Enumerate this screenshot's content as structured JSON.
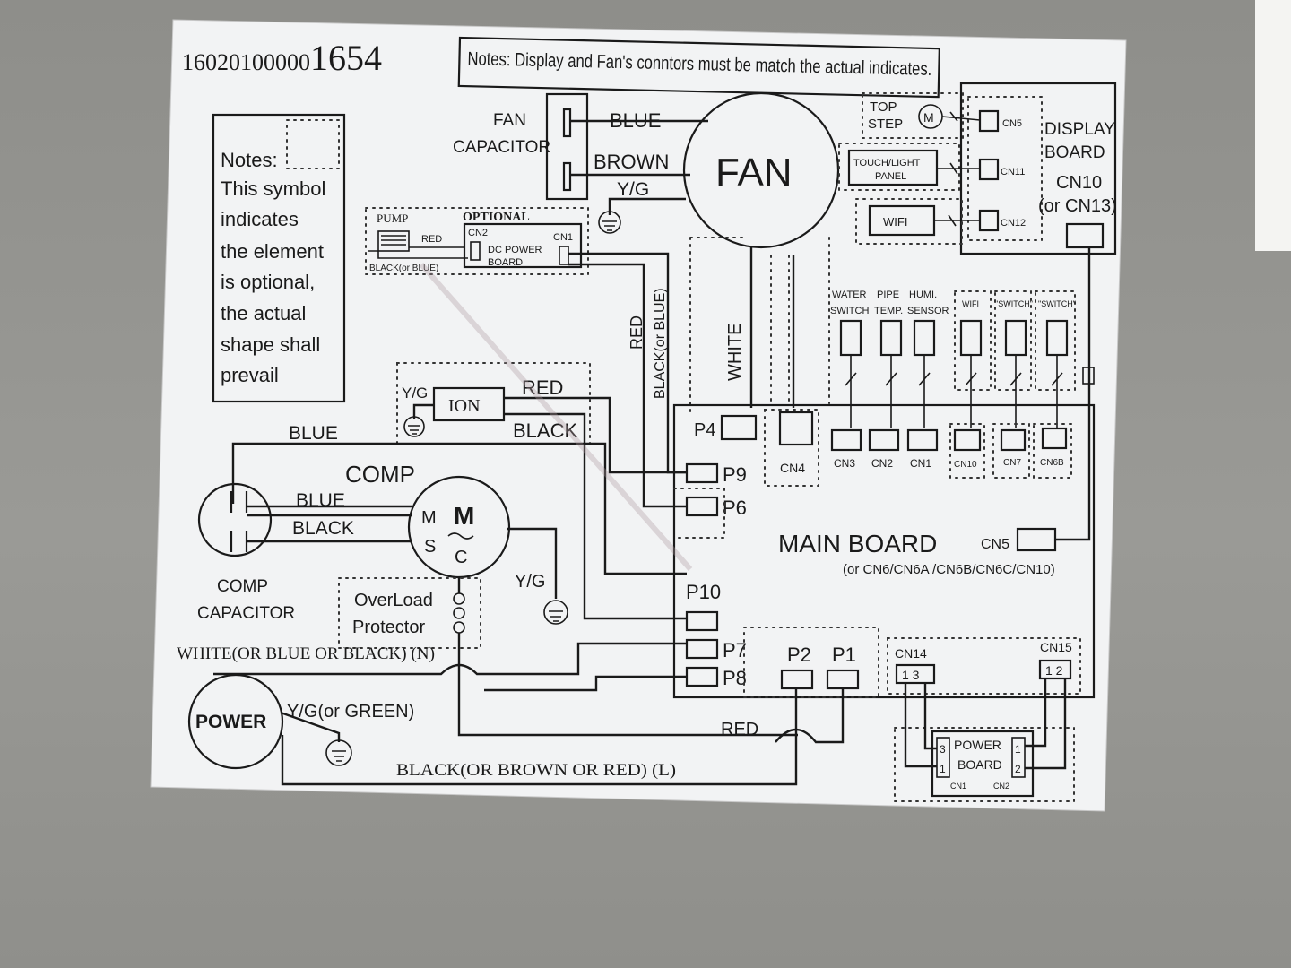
{
  "part_number": {
    "prefix": "16020100000",
    "suffix": "1654"
  },
  "top_note": "Notes: Display and Fan's conntors must be match the actual indicates.",
  "side_note": [
    "Notes:",
    "This symbol",
    "indicates",
    "the element",
    "is optional,",
    "the actual",
    "shape shall",
    "prevail"
  ],
  "fan": {
    "label": "FAN",
    "capacitor": [
      "FAN",
      "CAPACITOR"
    ],
    "wire_blue": "BLUE",
    "wire_brown": "BROWN",
    "wire_yg": "Y/G",
    "wire_white": "WHITE"
  },
  "display_board": {
    "title": [
      "DISPLAY",
      "BOARD"
    ],
    "top_step": [
      "TOP",
      "STEP"
    ],
    "touch_panel": [
      "TOUCH/LIGHT",
      "PANEL"
    ],
    "wifi": "WIFI",
    "cn5": "CN5",
    "cn11": "CN11",
    "cn12": "CN12",
    "cn10": [
      "CN10",
      "(or CN13)"
    ]
  },
  "optional_pump": {
    "optional": "OPTIONAL",
    "pump": "PUMP",
    "red": "RED",
    "black": "BLACK(or BLUE)",
    "cn2": "CN2",
    "cn1": "CN1",
    "dc_board": [
      "DC POWER",
      "BOARD"
    ],
    "wire_red": "RED",
    "wire_black": "BLACK(or BLUE)"
  },
  "ion": {
    "label": "ION",
    "yg": "Y/G",
    "red": "RED",
    "black": "BLACK"
  },
  "sensors": {
    "water": [
      "WATER",
      "SWITCH"
    ],
    "pipe": [
      "PIPE",
      "TEMP."
    ],
    "humi": [
      "HUMI.",
      "SENSOR"
    ],
    "wifi": "WIFI",
    "switch1": "\"SWITCH\"",
    "switch2": "\"SWITCH\""
  },
  "main_board": {
    "title": "MAIN BOARD",
    "cn5": "CN5",
    "alt": "(or CN6/CN6A /CN6B/CN6C/CN10)",
    "p4": "P4",
    "cn4": "CN4",
    "cn3": "CN3",
    "cn2": "CN2",
    "cn1": "CN1",
    "cn10": "CN10",
    "cn7": "CN7",
    "cn6b": "CN6B",
    "p9": "P9",
    "p6": "P6",
    "p10": "P10",
    "p7": "P7",
    "p8": "P8",
    "p2": "P2",
    "p1": "P1",
    "cn14": "CN14",
    "cn14_pins": "1 3",
    "cn15": "CN15",
    "cn15_pins": "1 2"
  },
  "compressor": {
    "comp": "COMP",
    "blue_top": "BLUE",
    "blue": "BLUE",
    "black": "BLACK",
    "capacitor": [
      "COMP",
      "CAPACITOR"
    ],
    "m_big": "M",
    "m": "M",
    "s": "S",
    "c": "C",
    "yg": "Y/G",
    "overload": [
      "OverLoad",
      "Protector"
    ]
  },
  "power": {
    "label": "POWER",
    "neutral": "WHITE(OR BLUE OR BLACK) (N)",
    "ground": "Y/G(or GREEN)",
    "live": "BLACK(OR BROWN OR RED) (L)",
    "red": "RED"
  },
  "power_board": {
    "label": [
      "POWER",
      "BOARD"
    ],
    "cn1": "CN1",
    "cn2": "CN2",
    "pin3": "3",
    "pin1": "1",
    "pin1b": "1",
    "pin2": "2"
  }
}
